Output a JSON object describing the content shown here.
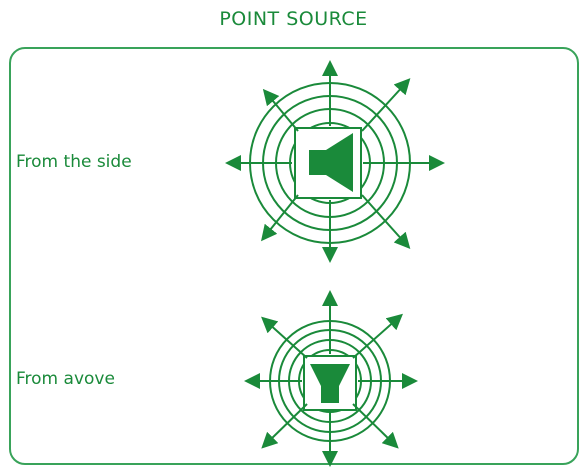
{
  "title": "POINT SOURCE",
  "labels": {
    "side": "From the side",
    "above": "From avove"
  },
  "colors": {
    "green": "#1a8a3a",
    "border": "#39a35a"
  }
}
